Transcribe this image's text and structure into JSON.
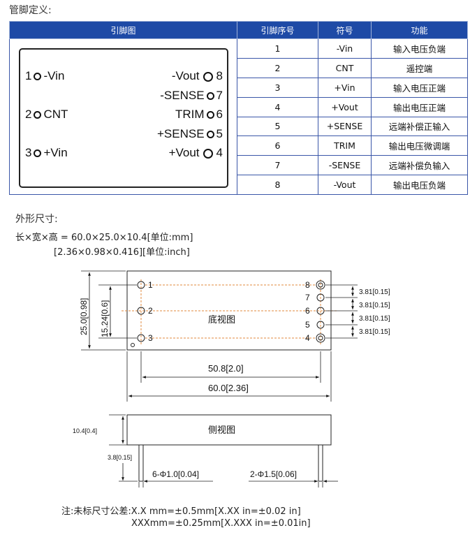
{
  "pin_section": {
    "heading": "管脚定义:",
    "col_diagram": "引脚图",
    "col_number": "引脚序号",
    "col_symbol": "符号",
    "col_function": "功能",
    "rows": [
      {
        "num": "1",
        "sym": "-Vin",
        "func": "输入电压负端"
      },
      {
        "num": "2",
        "sym": "CNT",
        "func": "遥控端"
      },
      {
        "num": "3",
        "sym": "+Vin",
        "func": "输入电压正端"
      },
      {
        "num": "4",
        "sym": "+Vout",
        "func": "输出电压正端"
      },
      {
        "num": "5",
        "sym": "+SENSE",
        "func": "远端补偿正输入"
      },
      {
        "num": "6",
        "sym": "TRIM",
        "func": "输出电压微调端"
      },
      {
        "num": "7",
        "sym": "-SENSE",
        "func": "远端补偿负输入"
      },
      {
        "num": "8",
        "sym": "-Vout",
        "func": "输出电压负端"
      }
    ]
  },
  "chip": {
    "left_pins": [
      {
        "num": "1",
        "name": "-Vin"
      },
      {
        "num": "2",
        "name": "CNT"
      },
      {
        "num": "3",
        "name": "+Vin"
      }
    ],
    "right_pins": [
      {
        "num": "8",
        "name": "-Vout"
      },
      {
        "num": "7",
        "name": "-SENSE"
      },
      {
        "num": "6",
        "name": "TRIM"
      },
      {
        "num": "5",
        "name": "+SENSE"
      },
      {
        "num": "4",
        "name": "+Vout"
      }
    ]
  },
  "dimension_section": {
    "heading": "外形尺寸:",
    "line1": "长×宽×高 = 60.0×25.0×10.4[单位:mm]",
    "line2": "[2.36×0.98×0.416][单位:inch]"
  },
  "bottom_view": {
    "label": "底视图",
    "height_total": "25.0[0.98]",
    "height_inner": "15.24[0.6]",
    "pin_pitch": "3.81[0.15]",
    "width_inner": "50.8[2.0]",
    "width_total": "60.0[2.36]",
    "left_pin_nums": [
      "1",
      "2",
      "3"
    ],
    "right_pin_nums": [
      "8",
      "7",
      "6",
      "5",
      "4"
    ]
  },
  "side_view": {
    "label": "侧视图",
    "height": "10.4[0.4]",
    "pin_length": "3.8[0.15]",
    "small_pins": "6-Φ1.0[0.04]",
    "large_pins": "2-Φ1.5[0.06]"
  },
  "tolerance": {
    "line1": "注:未标尺寸公差:X.X mm=±0.5mm[X.XX in=±0.02 in]",
    "line2": "XXXmm=±0.25mm[X.XXX in=±0.01in]"
  },
  "colors": {
    "table_header": "#1e4aa6",
    "table_border": "#3a56a8",
    "guide": "#e0883c"
  }
}
